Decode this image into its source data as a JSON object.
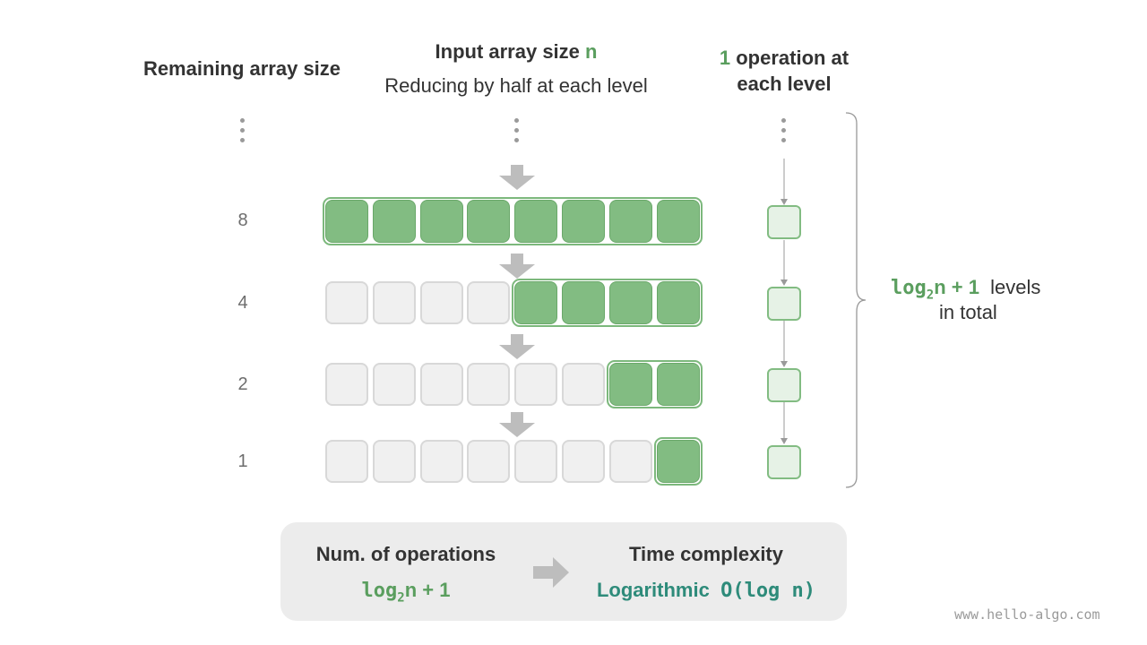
{
  "headers": {
    "remaining": "Remaining array size",
    "input_prefix": "Input array size ",
    "input_n": "n",
    "input_sub": "Reducing by half at each level",
    "ops_num": "1",
    "ops_line1": " operation at",
    "ops_line2": "each level"
  },
  "rows": [
    {
      "label": "8",
      "total": 8,
      "active": 8
    },
    {
      "label": "4",
      "total": 8,
      "active": 4
    },
    {
      "label": "2",
      "total": 8,
      "active": 2
    },
    {
      "label": "1",
      "total": 8,
      "active": 1
    }
  ],
  "levels": {
    "log": "log",
    "base": "2",
    "rest": "n + 1",
    "word": "levels",
    "line2": "in total"
  },
  "summary": {
    "ops_title": "Num. of operations",
    "ops_log": "log",
    "ops_base": "2",
    "ops_rest": "n + 1",
    "tc_title": "Time complexity",
    "tc_word": "Logarithmic",
    "tc_big_o": "O(log n)"
  },
  "watermark": "www.hello-algo.com",
  "colors": {
    "green": "#82bc82",
    "green_text": "#5a9e5e",
    "teal_text": "#2e8b7a",
    "grey_cell": "#f0f0f0"
  }
}
